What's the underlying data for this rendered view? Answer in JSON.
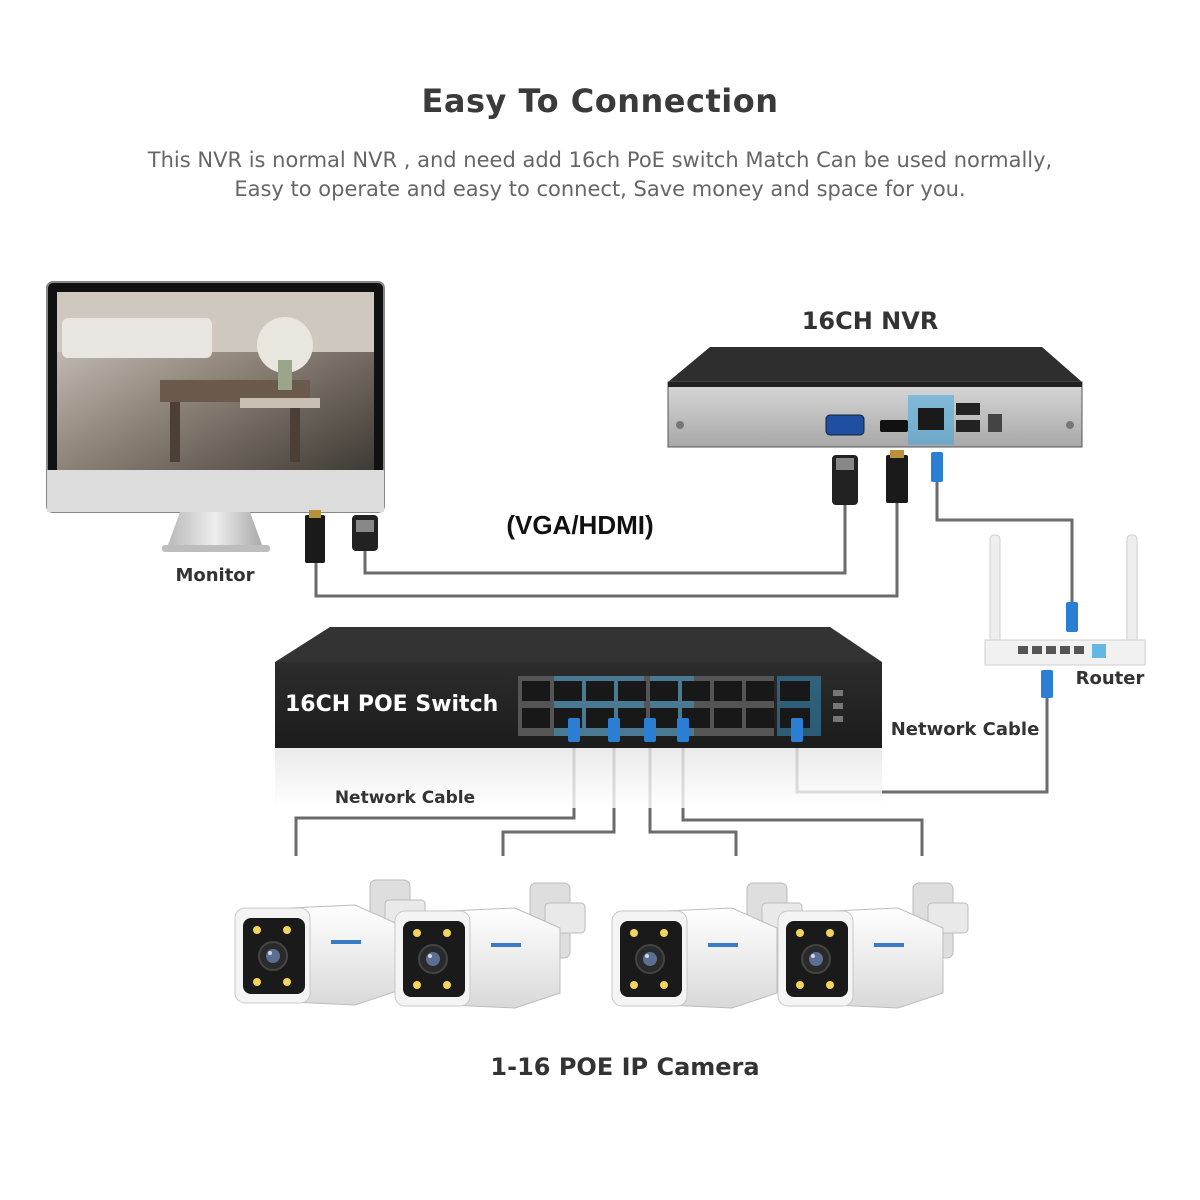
{
  "header": {
    "title": "Easy To Connection",
    "description_line1": "This NVR is normal NVR , and need add 16ch PoE switch Match Can be used normally,",
    "description_line2": "Easy to operate and easy to connect,   Save money and space for you."
  },
  "devices": {
    "nvr_label": "16CH NVR",
    "monitor_label": "Monitor",
    "router_label": "Router",
    "switch_label": "16CH POE Switch",
    "camera_label": "1-16 POE IP Camera"
  },
  "cables": {
    "video_label": "(VGA/HDMI)",
    "network_label_right": "Network Cable",
    "network_label_left": "Network Cable"
  },
  "colors": {
    "cable": "#6b6b6b",
    "rj45": "#2a7fd4",
    "switch_body": "#2b2b2b",
    "nvr_body": "#3a3a3a",
    "port_glow": "#3fa9e0"
  }
}
